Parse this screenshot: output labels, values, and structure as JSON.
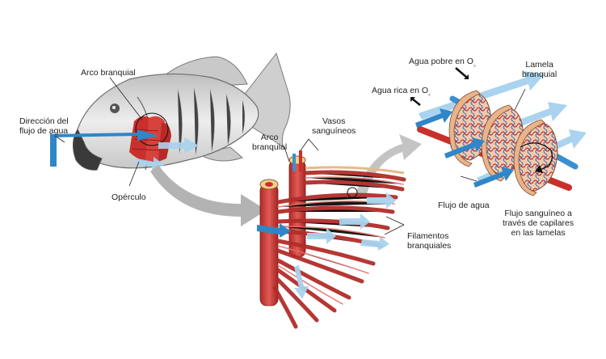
{
  "labels": {
    "gill_arch": "Arco branquial",
    "water_flow_dir_line1": "Dirección del",
    "water_flow_dir_line2": "flujo de agua",
    "operculum": "Opérculo",
    "blood_vessels_line1": "Vasos",
    "blood_vessels_line2": "sanguíneos",
    "gill_arch_2_line1": "Arco",
    "gill_arch_2_line2": "branquial",
    "gill_filaments_line1": "Filamentos",
    "gill_filaments_line2": "branquiales",
    "oxygen_poor_water": "Agua pobre en O",
    "oxygen_poor_sub": "₂",
    "oxygen_rich_water": "Agua rica en O",
    "oxygen_rich_sub": "₂",
    "lamella_line1": "Lamela",
    "lamella_line2": "branquial",
    "water_flow": "Flujo de agua",
    "blood_flow_line1": "Flujo sanguíneo a",
    "blood_flow_line2": "través de  capilares",
    "blood_flow_line3": "en las lamelas"
  },
  "colors": {
    "water_arrow": "#2f86c8",
    "water_arrow_light": "#a9d3ee",
    "gill_red": "#c9302c",
    "vessel_blue": "#3a8fd0",
    "fish_body": "#d9d9d9",
    "flow_arrow_gray": "#b3b3b3",
    "lamella_fill": "#f1c9a8"
  }
}
